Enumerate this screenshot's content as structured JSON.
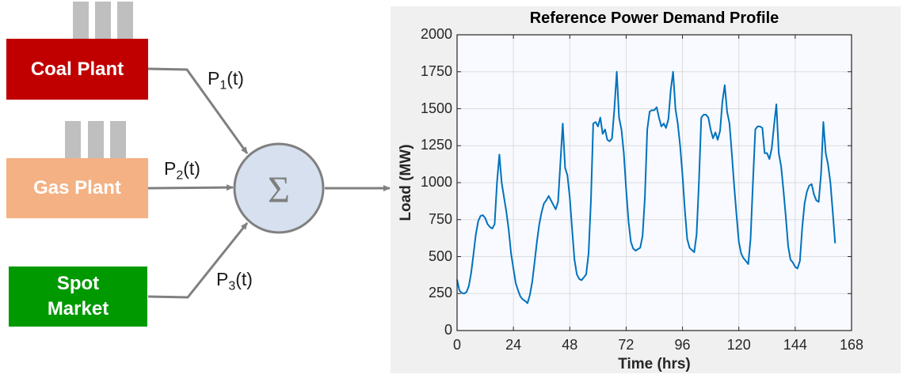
{
  "diagram": {
    "sources": [
      {
        "id": "coal",
        "label": "Coal Plant",
        "color": "#c00000",
        "signal": "P",
        "subscript": "1",
        "arg": "(t)"
      },
      {
        "id": "gas",
        "label": "Gas Plant",
        "color": "#f4b183",
        "signal": "P",
        "subscript": "2",
        "arg": "(t)"
      },
      {
        "id": "spot",
        "label": "Spot Market",
        "label_line1": "Spot",
        "label_line2": "Market",
        "color": "#009900",
        "signal": "P",
        "subscript": "3",
        "arg": "(t)"
      }
    ],
    "summer": {
      "symbol": "Σ",
      "fill": "#d6e0ee",
      "stroke": "#808080"
    },
    "arrow_color": "#808080",
    "chimney_color": "#bfbfbf"
  },
  "chart_data": {
    "type": "line",
    "title": "Reference Power Demand Profile",
    "xlabel": "Time (hrs)",
    "ylabel": "Load (MW)",
    "xlim": [
      0,
      168
    ],
    "ylim": [
      0,
      2000
    ],
    "xticks": [
      0,
      24,
      48,
      72,
      96,
      120,
      144,
      168
    ],
    "yticks": [
      0,
      250,
      500,
      750,
      1000,
      1250,
      1500,
      1750,
      2000
    ],
    "grid": true,
    "line_color": "#0072bd",
    "series": [
      {
        "name": "Load",
        "x_step_hrs": 1,
        "values": [
          345,
          270,
          255,
          250,
          260,
          300,
          390,
          520,
          650,
          740,
          775,
          780,
          760,
          720,
          700,
          690,
          720,
          1000,
          1190,
          1000,
          900,
          800,
          680,
          520,
          420,
          320,
          270,
          230,
          210,
          200,
          185,
          240,
          330,
          460,
          600,
          720,
          800,
          860,
          880,
          910,
          880,
          850,
          820,
          870,
          1130,
          1400,
          1100,
          1050,
          900,
          680,
          480,
          380,
          350,
          340,
          360,
          380,
          520,
          880,
          1400,
          1410,
          1380,
          1440,
          1330,
          1360,
          1290,
          1280,
          1300,
          1500,
          1750,
          1440,
          1360,
          1200,
          960,
          740,
          600,
          555,
          540,
          550,
          560,
          640,
          900,
          1360,
          1480,
          1490,
          1490,
          1510,
          1440,
          1380,
          1400,
          1370,
          1430,
          1630,
          1750,
          1500,
          1400,
          1250,
          1050,
          820,
          620,
          560,
          545,
          530,
          650,
          1000,
          1440,
          1460,
          1460,
          1440,
          1360,
          1300,
          1340,
          1290,
          1350,
          1550,
          1660,
          1480,
          1400,
          1200,
          980,
          780,
          600,
          520,
          490,
          470,
          450,
          620,
          1000,
          1360,
          1380,
          1380,
          1370,
          1200,
          1200,
          1160,
          1230,
          1390,
          1530,
          1200,
          1110,
          950,
          770,
          570,
          480,
          460,
          430,
          420,
          470,
          700,
          860,
          940,
          980,
          990,
          920,
          880,
          870,
          1060,
          1410,
          1200,
          1120,
          1000,
          800,
          590
        ]
      }
    ]
  }
}
